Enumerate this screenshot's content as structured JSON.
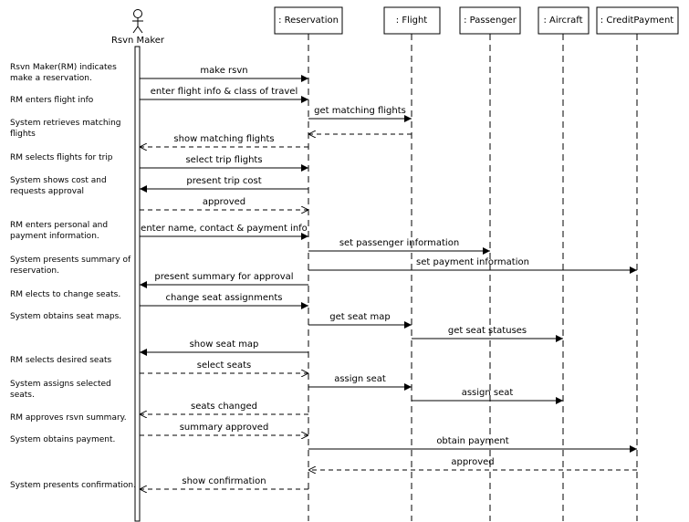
{
  "actor": {
    "label": "Rsvn Maker"
  },
  "objects": [
    {
      "id": "reservation",
      "label": ": Reservation"
    },
    {
      "id": "flight",
      "label": ": Flight"
    },
    {
      "id": "passenger",
      "label": ": Passenger"
    },
    {
      "id": "aircraft",
      "label": ": Aircraft"
    },
    {
      "id": "creditpayment",
      "label": ": CreditPayment"
    }
  ],
  "notes": [
    [
      "Rsvn Maker(RM) indicates",
      "make a reservation."
    ],
    [
      "RM enters flight info"
    ],
    [
      "System retrieves matching",
      "flights"
    ],
    [
      "RM selects flights for trip"
    ],
    [
      "System shows cost and",
      "requests approval"
    ],
    [
      "RM enters personal and",
      "payment information."
    ],
    [
      "System presents summary of",
      "reservation."
    ],
    [
      "RM elects to change seats."
    ],
    [
      "System obtains seat maps."
    ],
    [
      "RM selects desired seats"
    ],
    [
      "System assigns selected",
      "seats."
    ],
    [
      "RM approves rsvn summary."
    ],
    [
      "System obtains payment."
    ],
    [
      "System presents confirmation."
    ]
  ],
  "messages": [
    {
      "label": "make rsvn",
      "from": "actor",
      "to": "reservation",
      "kind": "call"
    },
    {
      "label": "enter flight info & class of travel",
      "from": "actor",
      "to": "reservation",
      "kind": "call"
    },
    {
      "label": "get matching flights",
      "from": "reservation",
      "to": "flight",
      "kind": "call"
    },
    {
      "label": "",
      "from": "flight",
      "to": "reservation",
      "kind": "return"
    },
    {
      "label": "show matching flights",
      "from": "reservation",
      "to": "actor",
      "kind": "return"
    },
    {
      "label": "select trip flights",
      "from": "actor",
      "to": "reservation",
      "kind": "call"
    },
    {
      "label": "present trip cost",
      "from": "reservation",
      "to": "actor",
      "kind": "call"
    },
    {
      "label": "approved",
      "from": "actor",
      "to": "reservation",
      "kind": "return"
    },
    {
      "label": "enter name, contact & payment info",
      "from": "actor",
      "to": "reservation",
      "kind": "call"
    },
    {
      "label": "set passenger information",
      "from": "reservation",
      "to": "passenger",
      "kind": "call"
    },
    {
      "label": "set payment information",
      "from": "reservation",
      "to": "creditpayment",
      "kind": "call"
    },
    {
      "label": "present summary for approval",
      "from": "reservation",
      "to": "actor",
      "kind": "call"
    },
    {
      "label": "change seat assignments",
      "from": "actor",
      "to": "reservation",
      "kind": "call"
    },
    {
      "label": "get seat map",
      "from": "reservation",
      "to": "flight",
      "kind": "call"
    },
    {
      "label": "get seat statuses",
      "from": "flight",
      "to": "aircraft",
      "kind": "call"
    },
    {
      "label": "show seat map",
      "from": "reservation",
      "to": "actor",
      "kind": "call"
    },
    {
      "label": "select seats",
      "from": "actor",
      "to": "reservation",
      "kind": "return"
    },
    {
      "label": "assign seat",
      "from": "reservation",
      "to": "flight",
      "kind": "call"
    },
    {
      "label": "assign seat",
      "from": "flight",
      "to": "aircraft",
      "kind": "call"
    },
    {
      "label": "seats changed",
      "from": "reservation",
      "to": "actor",
      "kind": "return"
    },
    {
      "label": "summary approved",
      "from": "actor",
      "to": "reservation",
      "kind": "return"
    },
    {
      "label": "obtain payment",
      "from": "reservation",
      "to": "creditpayment",
      "kind": "call"
    },
    {
      "label": "approved",
      "from": "creditpayment",
      "to": "reservation",
      "kind": "return"
    },
    {
      "label": "show confirmation",
      "from": "reservation",
      "to": "actor",
      "kind": "return"
    }
  ]
}
